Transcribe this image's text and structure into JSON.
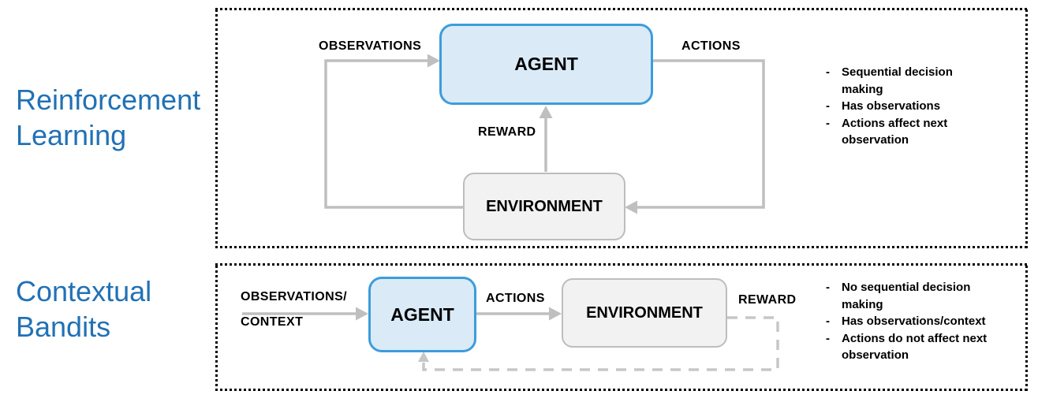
{
  "colors": {
    "title_blue": "#2171B5",
    "agent_fill": "#DAEBF7",
    "agent_border": "#3D9CDB",
    "env_fill": "#F2F2F2",
    "env_border": "#BDBDBD",
    "arrow_gray": "#BFBFBF",
    "dashed_gray": "#C7C7C7",
    "frame_black": "#000000",
    "text_black": "#000000"
  },
  "reinforcement_learning": {
    "title_line1": "Reinforcement",
    "title_line2": "Learning",
    "agent_label": "AGENT",
    "environment_label": "ENVIRONMENT",
    "observations_label": "OBSERVATIONS",
    "actions_label": "ACTIONS",
    "reward_label": "REWARD",
    "bullets": [
      "Sequential decision making",
      "Has observations",
      "Actions affect next observation"
    ]
  },
  "contextual_bandits": {
    "title_line1": "Contextual",
    "title_line2": "Bandits",
    "agent_label": "AGENT",
    "environment_label": "ENVIRONMENT",
    "observations_label_line1": "OBSERVATIONS/",
    "observations_label_line2": "CONTEXT",
    "actions_label": "ACTIONS",
    "reward_label": "REWARD",
    "bullets": [
      "No sequential decision making",
      "Has observations/context",
      "Actions do not affect next observation"
    ]
  }
}
